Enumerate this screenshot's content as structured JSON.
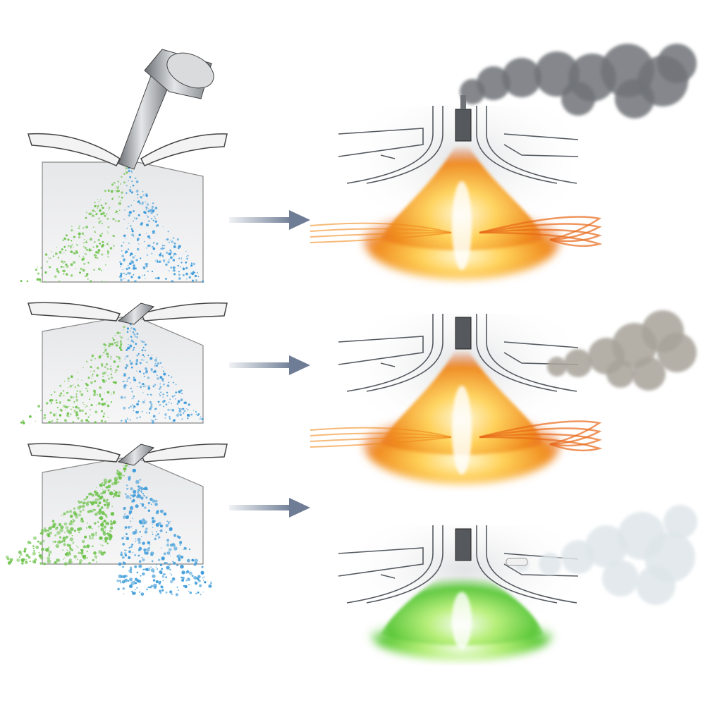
{
  "diagram": {
    "rows": [
      {
        "spray": "wide-fine",
        "flame": "orange",
        "exhaust": "dark-smoke"
      },
      {
        "spray": "medium",
        "flame": "orange",
        "exhaust": "gray-smoke"
      },
      {
        "spray": "coarse-wide",
        "flame": "green",
        "exhaust": "white-vapor"
      }
    ],
    "colors": {
      "spray_green": "#6cc24a",
      "spray_blue": "#3b9ad9",
      "arrow": "#6e7d95",
      "flame_orange": "#f08a1e",
      "flame_core": "#fff3b0",
      "flame_green": "#5cc83a",
      "smoke_dark": "#6f7378",
      "smoke_gray": "#a8a39a",
      "vapor_white": "#dfe6ea",
      "chamber_line": "#555a60"
    },
    "icons": [
      "nozzle-icon",
      "arrow-right-icon",
      "flame-icon",
      "smoke-icon"
    ]
  }
}
